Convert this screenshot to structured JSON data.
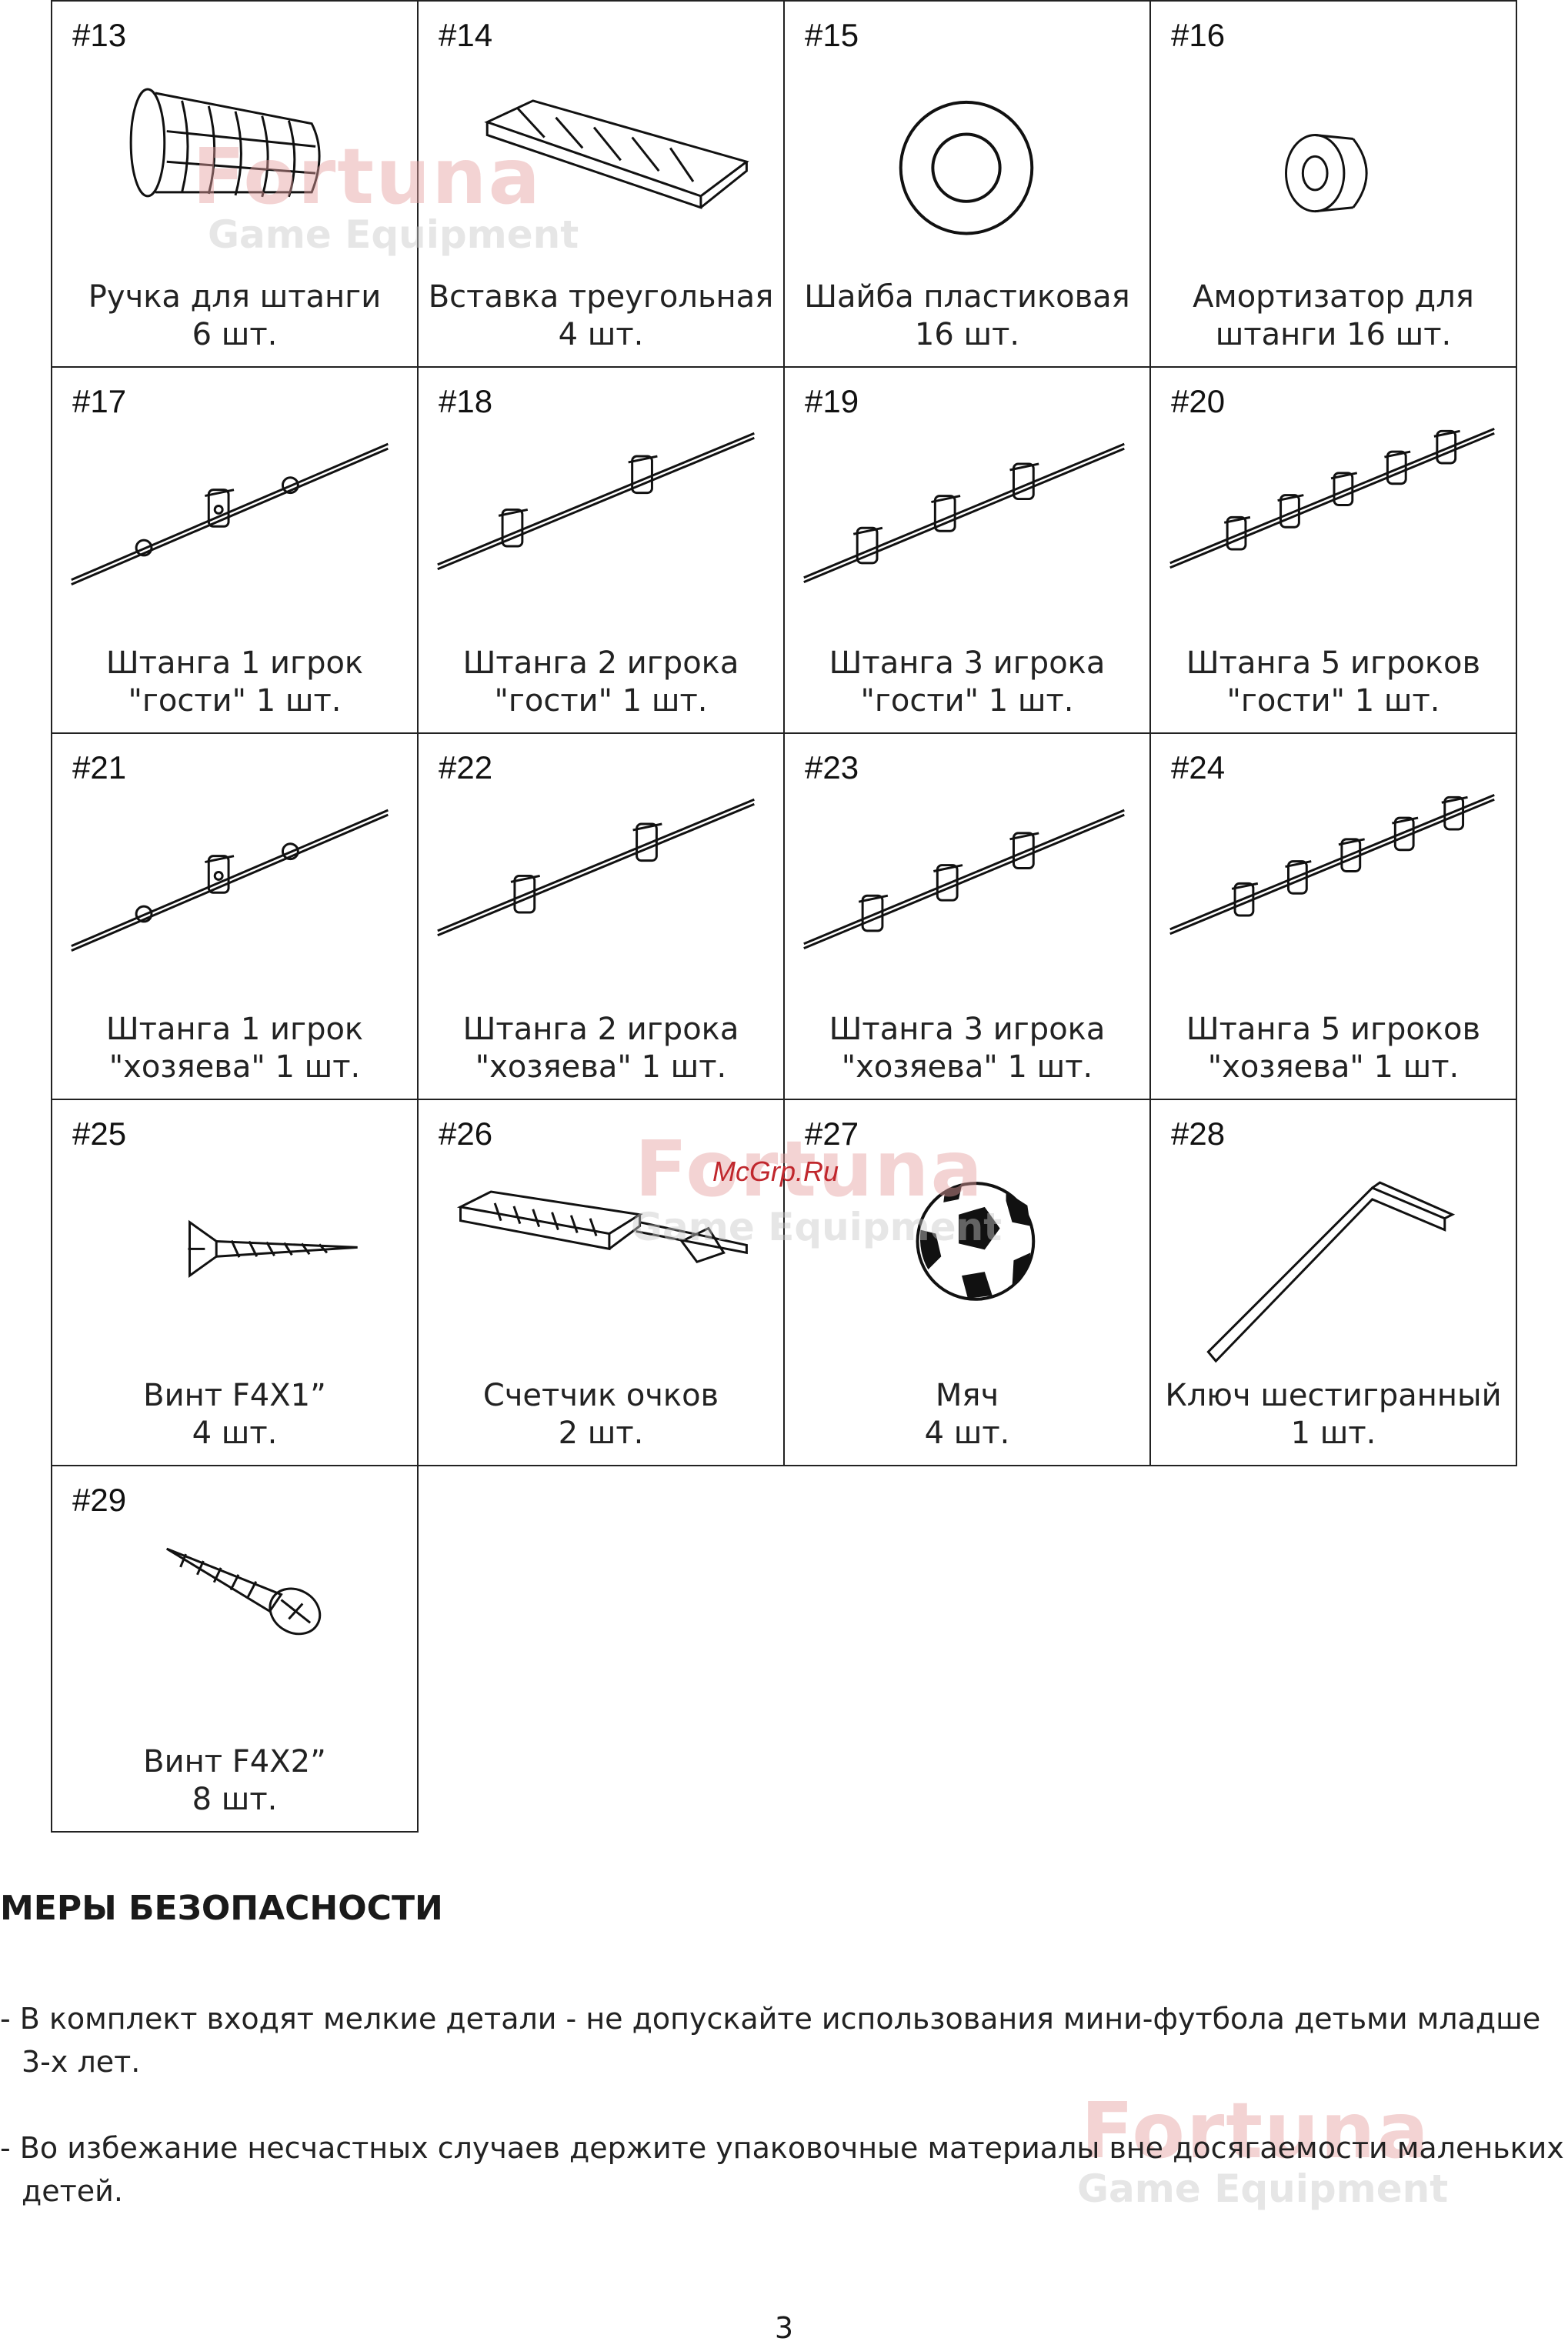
{
  "parts": [
    {
      "num": "#13",
      "line1": "Ручка для штанги",
      "line2": "6 шт.",
      "icon": "handle-icon"
    },
    {
      "num": "#14",
      "line1": "Вставка треугольная",
      "line2": "4 шт.",
      "icon": "triangle-insert-icon"
    },
    {
      "num": "#15",
      "line1": "Шайба пластиковая",
      "line2": "16 шт.",
      "icon": "washer-icon"
    },
    {
      "num": "#16",
      "line1": "Амортизатор для",
      "line2": "штанги 16 шт.",
      "icon": "bumper-icon"
    },
    {
      "num": "#17",
      "line1": "Штанга 1 игрок",
      "line2": "\"гости\" 1 шт.",
      "icon": "rod-1-player-icon"
    },
    {
      "num": "#18",
      "line1": "Штанга 2 игрока",
      "line2": "\"гости\" 1 шт.",
      "icon": "rod-2-players-icon"
    },
    {
      "num": "#19",
      "line1": "Штанга 3 игрока",
      "line2": "\"гости\" 1 шт.",
      "icon": "rod-3-players-icon"
    },
    {
      "num": "#20",
      "line1": "Штанга 5 игроков",
      "line2": "\"гости\" 1 шт.",
      "icon": "rod-5-players-icon"
    },
    {
      "num": "#21",
      "line1": "Штанга 1 игрок",
      "line2": "\"хозяева\" 1 шт.",
      "icon": "rod-1-player-icon"
    },
    {
      "num": "#22",
      "line1": "Штанга 2 игрока",
      "line2": "\"хозяева\" 1 шт.",
      "icon": "rod-2-players-icon"
    },
    {
      "num": "#23",
      "line1": "Штанга 3 игрока",
      "line2": "\"хозяева\" 1 шт.",
      "icon": "rod-3-players-icon"
    },
    {
      "num": "#24",
      "line1": "Штанга 5 игроков",
      "line2": "\"хозяева\" 1 шт.",
      "icon": "rod-5-players-icon"
    },
    {
      "num": "#25",
      "line1": "Винт F4X1”",
      "line2": "4 шт.",
      "icon": "screw-flat-icon"
    },
    {
      "num": "#26",
      "line1": "Счетчик очков",
      "line2": "2 шт.",
      "icon": "score-counter-icon"
    },
    {
      "num": "#27",
      "line1": "Мяч",
      "line2": "4 шт.",
      "icon": "ball-icon"
    },
    {
      "num": "#28",
      "line1": "Ключ шестигранный",
      "line2": "1 шт.",
      "icon": "hex-key-icon"
    },
    {
      "num": "#29",
      "line1": "Винт F4X2”",
      "line2": "8 шт.",
      "icon": "screw-round-icon"
    }
  ],
  "safety": {
    "title": "МЕРЫ БЕЗОПАСНОСТИ",
    "item1_line1": "- В комплект входят мелкие детали - не допускайте использования мини-футбола детьми младше",
    "item1_line2": "3-х лет.",
    "item2_line1": "- Во избежание несчастных случаев держите упаковочные материалы вне досягаемости маленьких",
    "item2_line2": "детей."
  },
  "watermark": {
    "brand": "Fortuna",
    "tagline": "Game Equipment",
    "site": "McGrp.Ru"
  },
  "page_number": "3"
}
